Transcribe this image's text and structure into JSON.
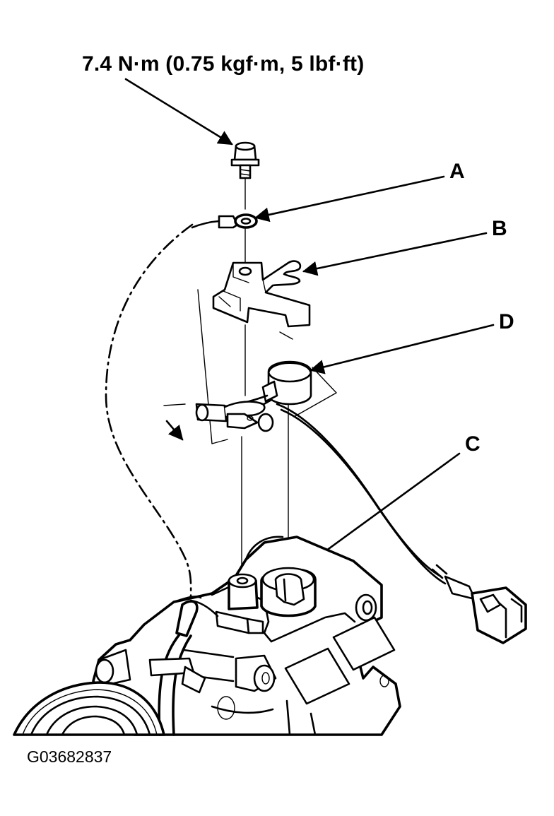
{
  "torque_spec": "7.4 N·m (0.75 kgf·m, 5 lbf·ft)",
  "callouts": {
    "a": "A",
    "b": "B",
    "c": "C",
    "d": "D"
  },
  "figure_code": "G03682837",
  "colors": {
    "ink": "#000000",
    "paper": "#ffffff"
  }
}
